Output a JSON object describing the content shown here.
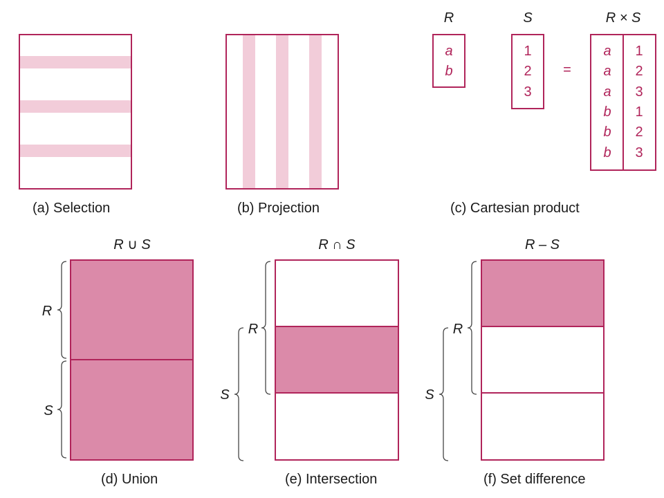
{
  "colors": {
    "accent": "#b0245a",
    "band": "#f2ccd9",
    "fill": "#db8aa9",
    "text": "#1a1a1a",
    "brace": "#444444"
  },
  "panels": {
    "selection": {
      "caption": "(a) Selection"
    },
    "projection": {
      "caption": "(b) Projection"
    },
    "cartesian": {
      "caption": "(c) Cartesian product",
      "r_header": "R",
      "s_header": "S",
      "rxs_header": "R × S",
      "equals": "=",
      "r_values": [
        "a",
        "b"
      ],
      "s_values": [
        "1",
        "2",
        "3"
      ],
      "product_left": [
        "a",
        "a",
        "a",
        "b",
        "b",
        "b"
      ],
      "product_right": [
        "1",
        "2",
        "3",
        "1",
        "2",
        "3"
      ]
    },
    "union": {
      "caption": "(d) Union",
      "title": "R ∪ S",
      "r_label": "R",
      "s_label": "S"
    },
    "intersection": {
      "caption": "(e) Intersection",
      "title": "R ∩ S",
      "r_label": "R",
      "s_label": "S"
    },
    "difference": {
      "caption": "(f) Set difference",
      "title": "R – S",
      "r_label": "R",
      "s_label": "S"
    }
  }
}
